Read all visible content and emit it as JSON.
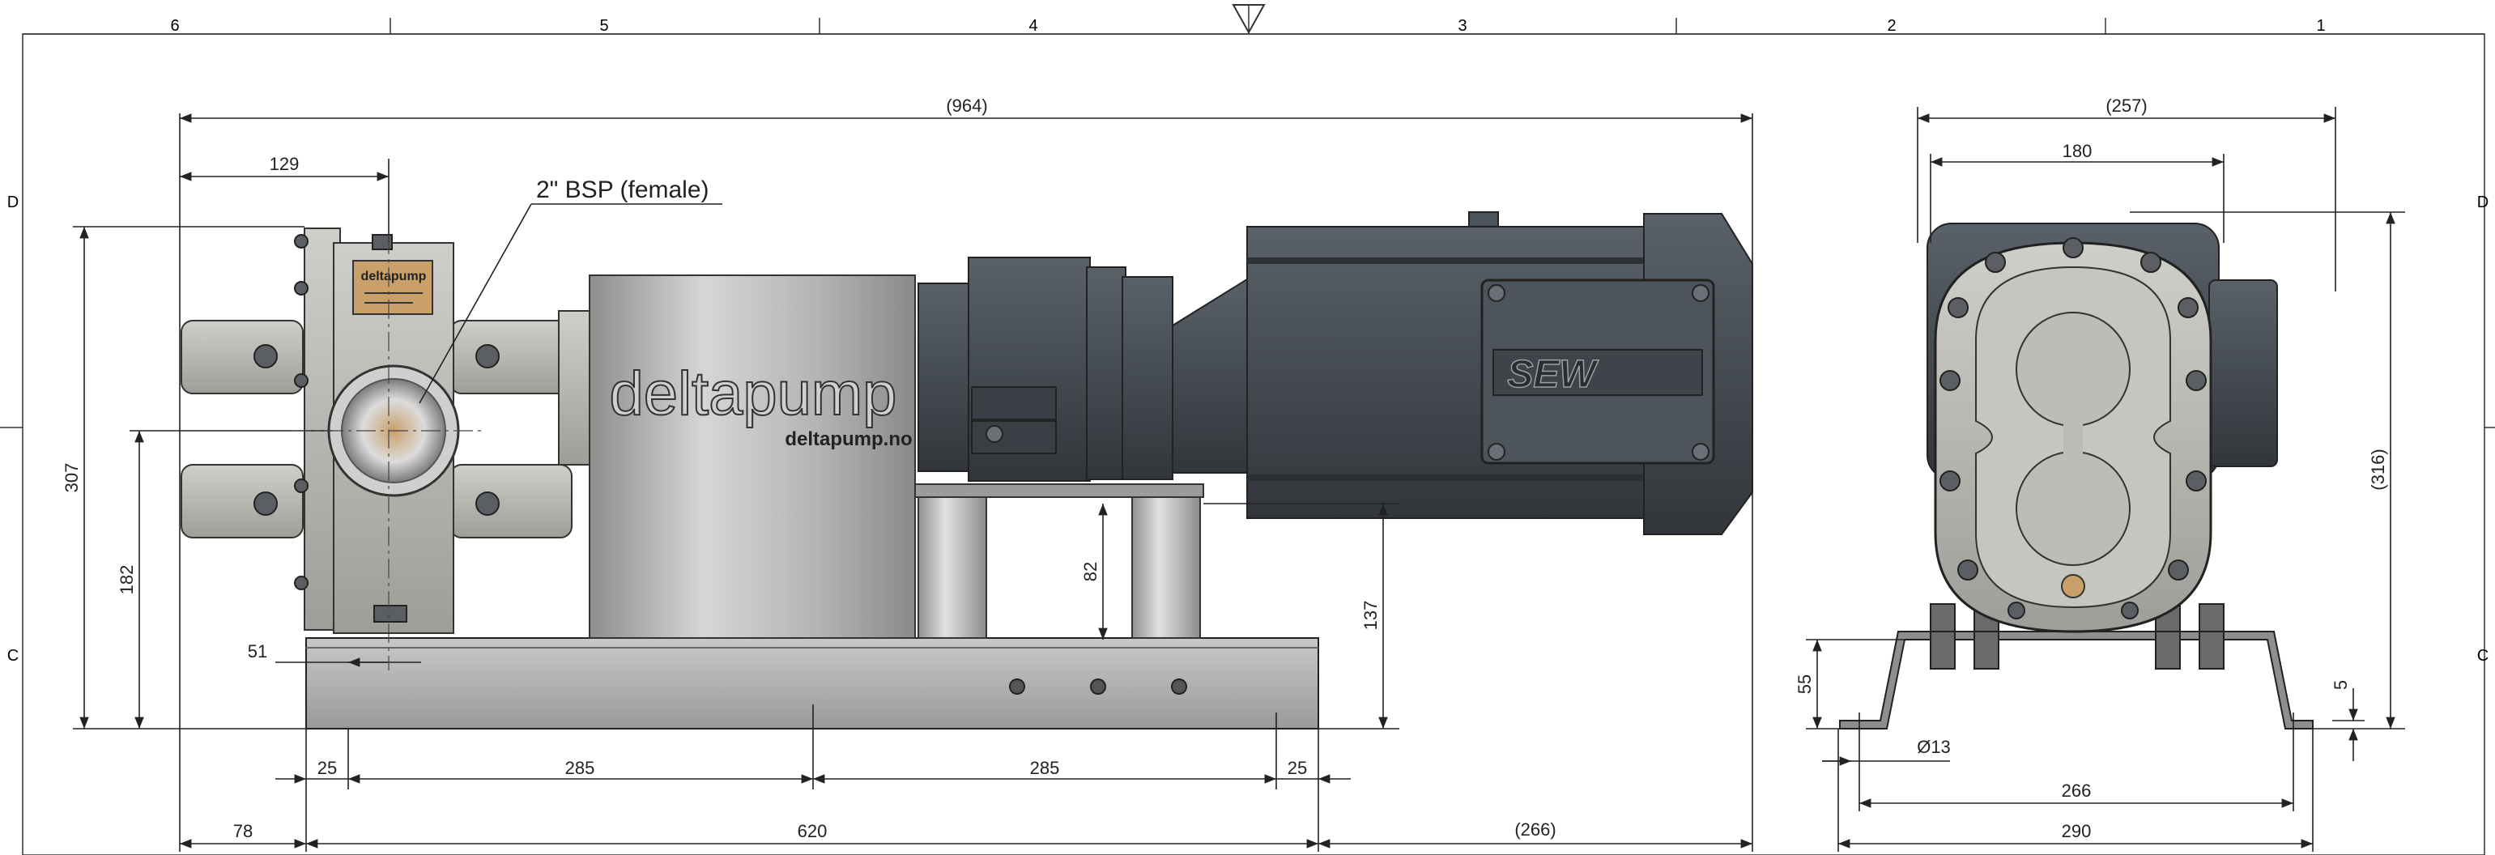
{
  "border": {
    "columns": [
      "6",
      "5",
      "4",
      "3",
      "2",
      "1"
    ],
    "rows_left": [
      "D",
      "C"
    ],
    "rows_right": [
      "D",
      "C"
    ]
  },
  "callout": {
    "connection": "2\"  BSP (female)"
  },
  "branding": {
    "housing_brand": "deltapump",
    "housing_url": "deltapump.no",
    "plate_brand": "deltapump",
    "motor_brand": "SEW"
  },
  "side_view": {
    "overall_length": "(964)",
    "flange_offset": "129",
    "height_total": "307",
    "height_inlet": "182",
    "base_offset": "51",
    "support_height": "82",
    "motor_axis_height": "137",
    "end_25_left": "25",
    "bolt_pitch_1": "285",
    "bolt_pitch_2": "285",
    "end_25_right": "25",
    "overhang_left": "78",
    "base_length": "620",
    "motor_overhang": "(266)"
  },
  "end_view": {
    "overall_width": "(257)",
    "flange_width": "180",
    "overall_height": "(316)",
    "foot_height": "55",
    "foot_thickness": "5",
    "hole_diameter": "Ø13",
    "hole_pitch": "266",
    "foot_width": "290"
  },
  "colors": {
    "line": "#222222",
    "pump_metal": "#b9b9b4",
    "housing_steel": "#a6a6a6",
    "motor_dark": "#454b52",
    "brass": "#c9a06a"
  }
}
